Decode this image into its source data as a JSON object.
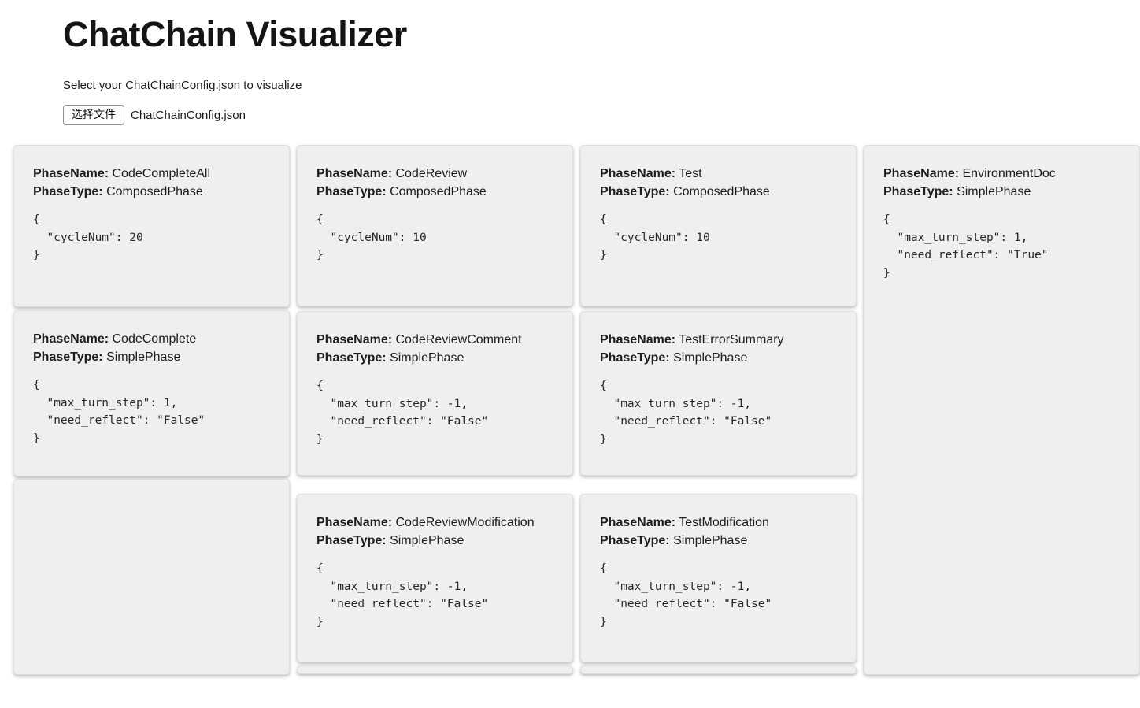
{
  "header": {
    "title": "ChatChain Visualizer",
    "subtitle": "Select your ChatChainConfig.json to visualize",
    "file_button_label": "选择文件",
    "file_name": "ChatChainConfig.json"
  },
  "labels": {
    "phase_name": "PhaseName:",
    "phase_type": "PhaseType:"
  },
  "phases": {
    "codeCompleteAll": {
      "name": "CodeCompleteAll",
      "type": "ComposedPhase",
      "config": "{\n  \"cycleNum\": 20\n}"
    },
    "codeComplete": {
      "name": "CodeComplete",
      "type": "SimplePhase",
      "config": "{\n  \"max_turn_step\": 1,\n  \"need_reflect\": \"False\"\n}"
    },
    "codeReview": {
      "name": "CodeReview",
      "type": "ComposedPhase",
      "config": "{\n  \"cycleNum\": 10\n}"
    },
    "codeReviewComment": {
      "name": "CodeReviewComment",
      "type": "SimplePhase",
      "config": "{\n  \"max_turn_step\": -1,\n  \"need_reflect\": \"False\"\n}"
    },
    "codeReviewModification": {
      "name": "CodeReviewModification",
      "type": "SimplePhase",
      "config": "{\n  \"max_turn_step\": -1,\n  \"need_reflect\": \"False\"\n}"
    },
    "test": {
      "name": "Test",
      "type": "ComposedPhase",
      "config": "{\n  \"cycleNum\": 10\n}"
    },
    "testErrorSummary": {
      "name": "TestErrorSummary",
      "type": "SimplePhase",
      "config": "{\n  \"max_turn_step\": -1,\n  \"need_reflect\": \"False\"\n}"
    },
    "testModification": {
      "name": "TestModification",
      "type": "SimplePhase",
      "config": "{\n  \"max_turn_step\": -1,\n  \"need_reflect\": \"False\"\n}"
    },
    "environmentDoc": {
      "name": "EnvironmentDoc",
      "type": "SimplePhase",
      "config": "{\n  \"max_turn_step\": 1,\n  \"need_reflect\": \"True\"\n}"
    }
  }
}
